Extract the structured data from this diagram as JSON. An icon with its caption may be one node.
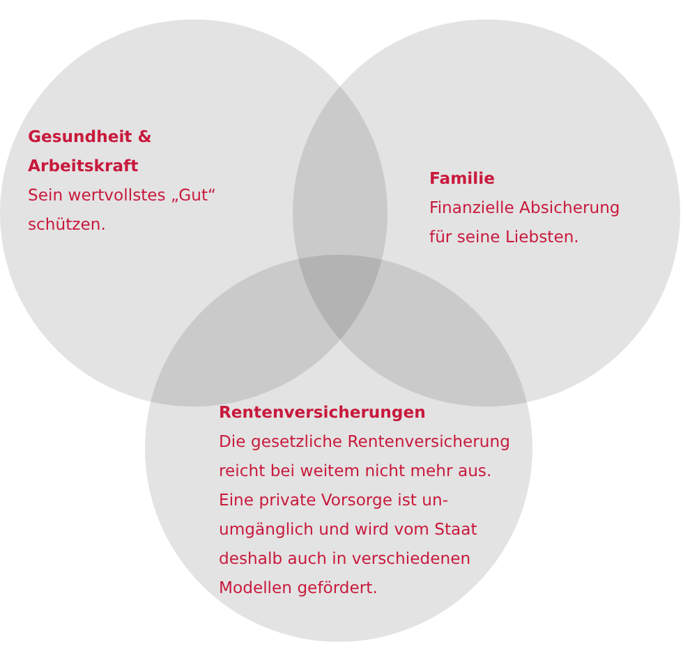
{
  "diagram": {
    "nodes": [
      {
        "text": [
          "Gesundheit & Arbeitskraft",
          "Sein wertvollstes „Gut“ schützen."
        ]
      },
      {
        "text": [
          "Familie",
          "Finanzielle Absicherung für seine Liebsten."
        ]
      },
      {
        "text": [
          "Rentenversicherungen",
          "Die gesetzliche Rentenversicherung reicht bei weitem nicht mehr aus. Eine private Vorsorge ist un- umgänglich und wird vom Staat deshalb auch in verschiedenen Modellen gefördert."
        ]
      }
    ]
  }
}
